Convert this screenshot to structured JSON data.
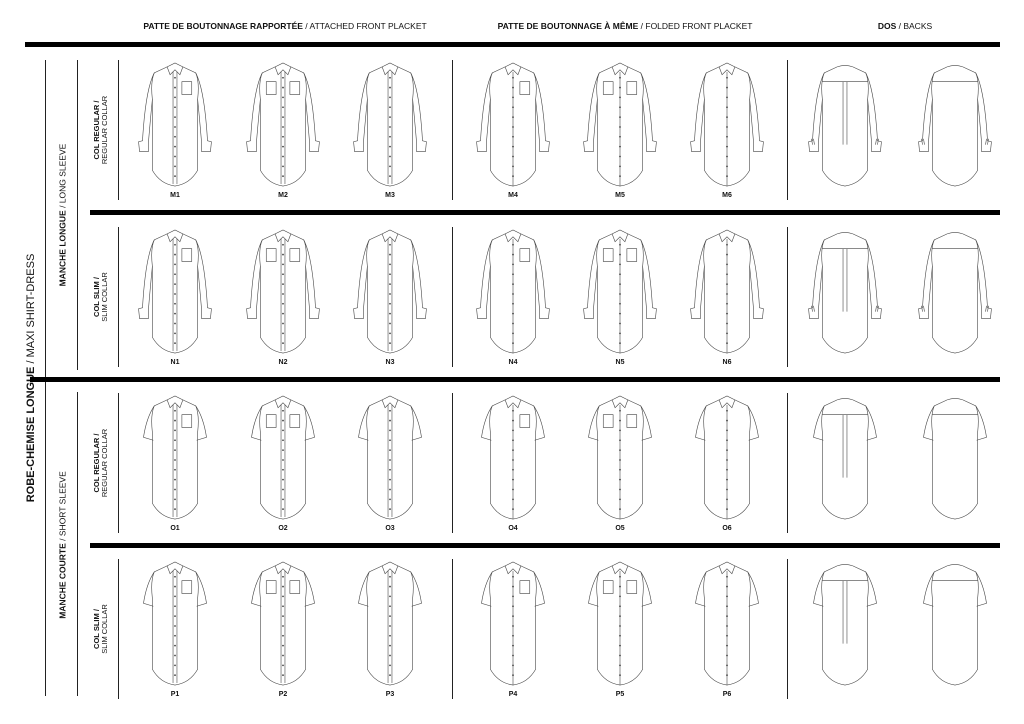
{
  "headers": [
    {
      "bold": "PATTE DE BOUTONNAGE RAPPORTÉE",
      "light": " / ATTACHED FRONT PLACKET"
    },
    {
      "bold": "PATTE DE BOUTONNAGE À MÊME",
      "light": " / FOLDED FRONT PLACKET"
    },
    {
      "bold": "DOS",
      "light": " / BACKS"
    }
  ],
  "main_label": {
    "bold": "ROBE-CHEMISE LONGUE",
    "light": " / MAXI SHIRT-DRESS"
  },
  "sleeve_groups": [
    {
      "bold": "MANCHE LONGUE",
      "light": " / LONG SLEEVE"
    },
    {
      "bold": "MANCHE COURTE",
      "light": " / SHORT SLEEVE"
    }
  ],
  "rows": [
    {
      "collar_bold": "COL REGULAR /",
      "collar_light": "REGULAR COLLAR",
      "sleeve": "long",
      "codes": [
        "M1",
        "M2",
        "M3",
        "M4",
        "M5",
        "M6"
      ]
    },
    {
      "collar_bold": "COL SLIM /",
      "collar_light": "SLIM COLLAR",
      "sleeve": "long",
      "codes": [
        "N1",
        "N2",
        "N3",
        "N4",
        "N5",
        "N6"
      ]
    },
    {
      "collar_bold": "COL REGULAR /",
      "collar_light": "REGULAR COLLAR",
      "sleeve": "short",
      "codes": [
        "O1",
        "O2",
        "O3",
        "O4",
        "O5",
        "O6"
      ]
    },
    {
      "collar_bold": "COL SLIM /",
      "collar_light": "SLIM COLLAR",
      "sleeve": "short",
      "codes": [
        "P1",
        "P2",
        "P3",
        "P4",
        "P5",
        "P6"
      ]
    }
  ],
  "column_variants": [
    {
      "placket": "attached",
      "pockets": 1
    },
    {
      "placket": "attached",
      "pockets": 2
    },
    {
      "placket": "attached",
      "pockets": 0
    },
    {
      "placket": "folded",
      "pockets": 1
    },
    {
      "placket": "folded",
      "pockets": 2
    },
    {
      "placket": "folded",
      "pockets": 0
    },
    {
      "view": "back",
      "pleat": true
    },
    {
      "view": "back",
      "pleat": false
    }
  ]
}
